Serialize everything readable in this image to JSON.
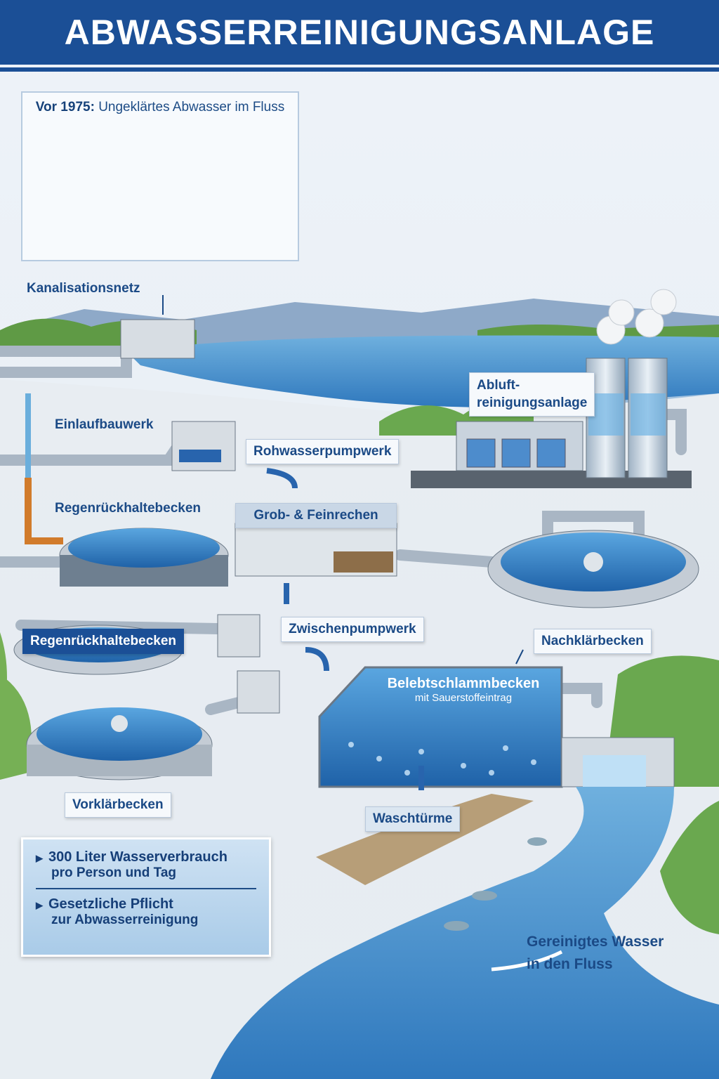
{
  "title": "ABWASSERREINIGUNGSANLAGE",
  "history": {
    "year_label": "Vor 1975:",
    "caption": "Ungeklärtes Abwasser im Fluss"
  },
  "labels": {
    "sewer": "Kanalisationsnetz",
    "exhaust": [
      "Abluft-",
      "reinigungsanlage"
    ],
    "inlet": "Einlaufbauwerk",
    "raw_pump": "Rohwasserpumpwerk",
    "storm_tank_1": "Regenrückhaltebecken",
    "screens": "Grob- & Feinrechen",
    "intermediate_pump": "Zwischenpumpwerk",
    "storm_tank_2": "Regenrückhaltebecken",
    "secondary_clarifier": "Nachklärbecken",
    "aeration": "Belebtschlammbecken",
    "aeration_sub": "mit Sauerstoffeintrag",
    "primary_clarifier": "Vorklärbecken",
    "wash_towers": "Waschtürme",
    "outflow": [
      "Gereinigtes Wasser",
      "in den Fluss"
    ]
  },
  "facts": [
    {
      "bullet": "▶",
      "main": "300 Liter Wasserverbrauch",
      "sub": "pro Person und Tag"
    },
    {
      "bullet": "▶",
      "main": "Gesetzliche Pflicht",
      "sub": "zur Abwasserreinigung"
    }
  ],
  "colors": {
    "brand": "#1b4f96",
    "water": "#3b86c8",
    "grass": "#6aa84f"
  }
}
